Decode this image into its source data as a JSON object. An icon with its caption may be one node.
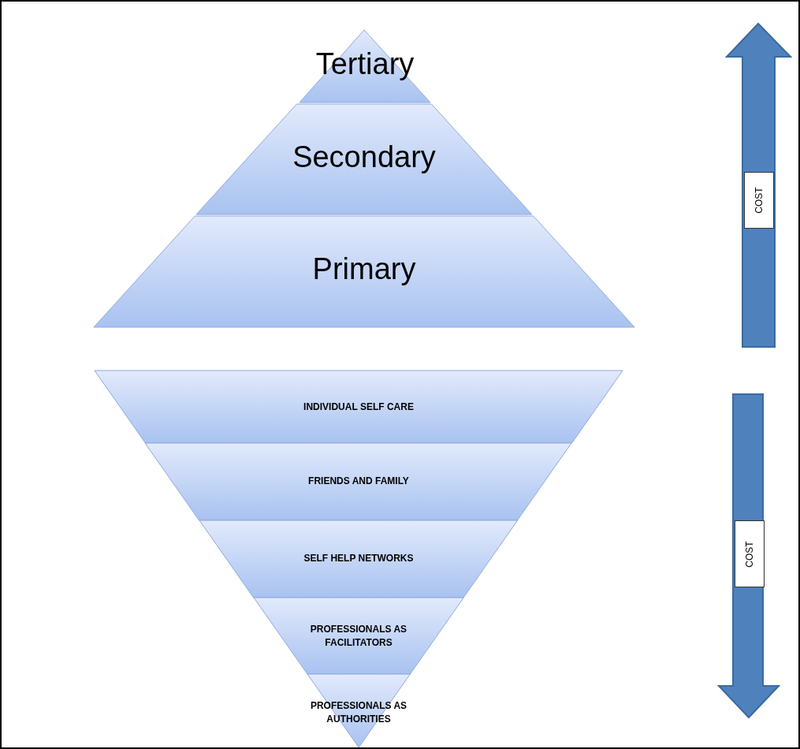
{
  "diagram": {
    "nodes": [
      {
        "text": [
          "Tertiary"
        ]
      },
      {
        "text": [
          "Secondary"
        ]
      },
      {
        "text": [
          "Primary"
        ]
      },
      {
        "text": [
          "INDIVIDUAL SELF CARE"
        ]
      },
      {
        "text": [
          "FRIENDS AND FAMILY"
        ]
      },
      {
        "text": [
          "SELF HELP NETWORKS"
        ]
      },
      {
        "text": [
          "PROFESSIONALS AS FACILITATORS"
        ]
      },
      {
        "text": [
          "PROFESSIONALS AS AUTHORITIES"
        ]
      },
      {
        "text": [
          "COST"
        ]
      },
      {
        "text": [
          "COST"
        ]
      }
    ],
    "edges": []
  }
}
